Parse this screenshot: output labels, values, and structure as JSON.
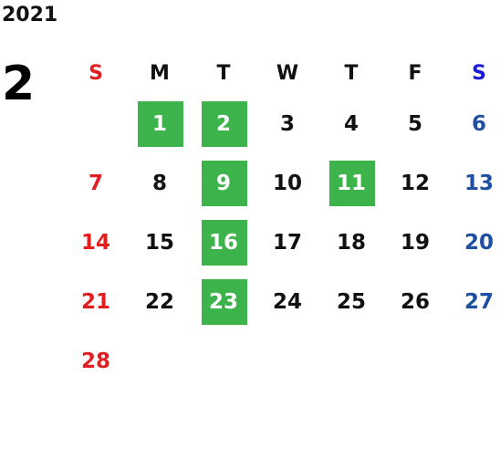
{
  "year": "2021",
  "month": "2",
  "weekdays": [
    {
      "label": "S",
      "color": "#e02020"
    },
    {
      "label": "M",
      "color": "#111111"
    },
    {
      "label": "T",
      "color": "#111111"
    },
    {
      "label": "W",
      "color": "#111111"
    },
    {
      "label": "T",
      "color": "#111111"
    },
    {
      "label": "F",
      "color": "#111111"
    },
    {
      "label": "S",
      "color": "#1a1adc"
    }
  ],
  "colors": {
    "sunday": "#e02020",
    "saturday": "#1f4fa0",
    "weekday": "#111111",
    "highlight_bg": "#3cb44b",
    "highlight_text": "#ffffff"
  },
  "first_weekday_index": 1,
  "days": [
    {
      "day": "1",
      "highlighted": true
    },
    {
      "day": "2",
      "highlighted": true
    },
    {
      "day": "3",
      "highlighted": false
    },
    {
      "day": "4",
      "highlighted": false
    },
    {
      "day": "5",
      "highlighted": false
    },
    {
      "day": "6",
      "highlighted": false
    },
    {
      "day": "7",
      "highlighted": false
    },
    {
      "day": "8",
      "highlighted": false
    },
    {
      "day": "9",
      "highlighted": true
    },
    {
      "day": "10",
      "highlighted": false
    },
    {
      "day": "11",
      "highlighted": true
    },
    {
      "day": "12",
      "highlighted": false
    },
    {
      "day": "13",
      "highlighted": false
    },
    {
      "day": "14",
      "highlighted": false
    },
    {
      "day": "15",
      "highlighted": false
    },
    {
      "day": "16",
      "highlighted": true
    },
    {
      "day": "17",
      "highlighted": false
    },
    {
      "day": "18",
      "highlighted": false
    },
    {
      "day": "19",
      "highlighted": false
    },
    {
      "day": "20",
      "highlighted": false
    },
    {
      "day": "21",
      "highlighted": false
    },
    {
      "day": "22",
      "highlighted": false
    },
    {
      "day": "23",
      "highlighted": true
    },
    {
      "day": "24",
      "highlighted": false
    },
    {
      "day": "25",
      "highlighted": false
    },
    {
      "day": "26",
      "highlighted": false
    },
    {
      "day": "27",
      "highlighted": false
    },
    {
      "day": "28",
      "highlighted": false
    }
  ]
}
